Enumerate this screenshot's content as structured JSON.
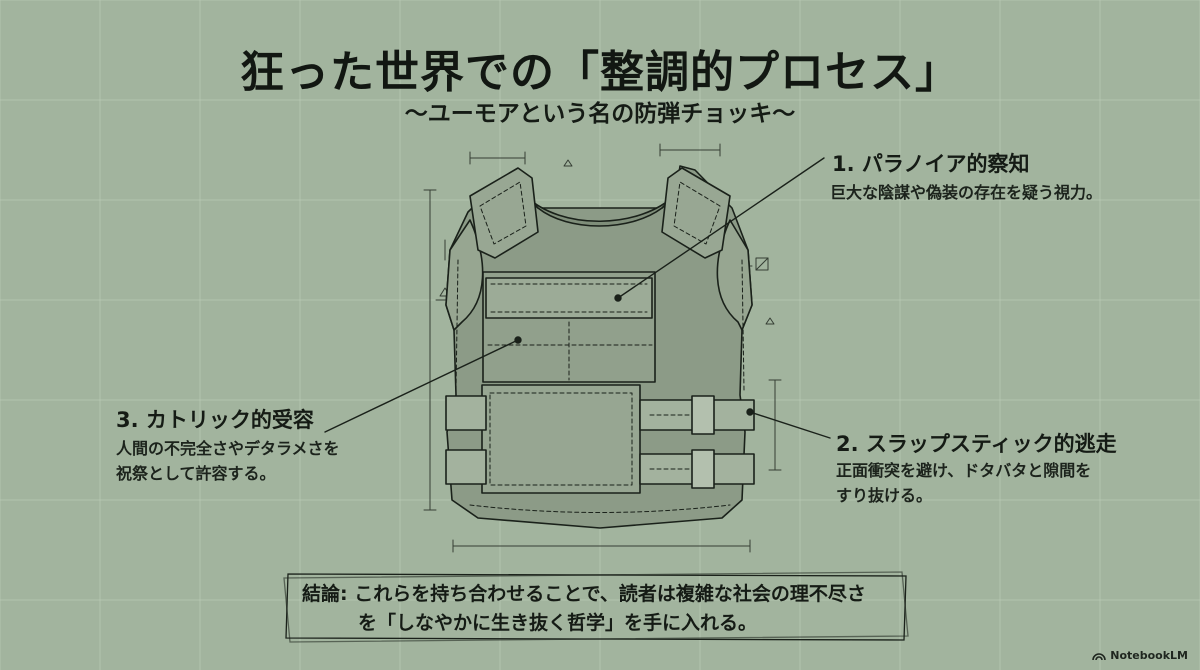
{
  "title": "狂った世界での「整調的プロセス」",
  "subtitle": "〜ユーモアという名の防弾チョッキ〜",
  "points": [
    {
      "heading": "1. パラノイア的察知",
      "lines": [
        "巨大な陰謀や偽装の存在を疑う視力。"
      ]
    },
    {
      "heading": "2. スラップスティック的逃走",
      "lines": [
        "正面衝突を避け、ドタバタと隙間を",
        "すり抜ける。"
      ]
    },
    {
      "heading": "3. カトリック的受容",
      "lines": [
        "人間の不完全さやデタラメさを",
        "祝祭として許容する。"
      ]
    }
  ],
  "conclusion": {
    "line1": "結論: これらを持ち合わせることで、読者は複雑な社会の理不尽さ",
    "line2": "を「しなやかに生き抜く哲学」を手に入れる。"
  },
  "watermark": "NotebookLM",
  "colors": {
    "background": "#a2b49e",
    "grid": "#c1d0bd",
    "ink": "#1a211a",
    "vest": "#8c9b87"
  }
}
